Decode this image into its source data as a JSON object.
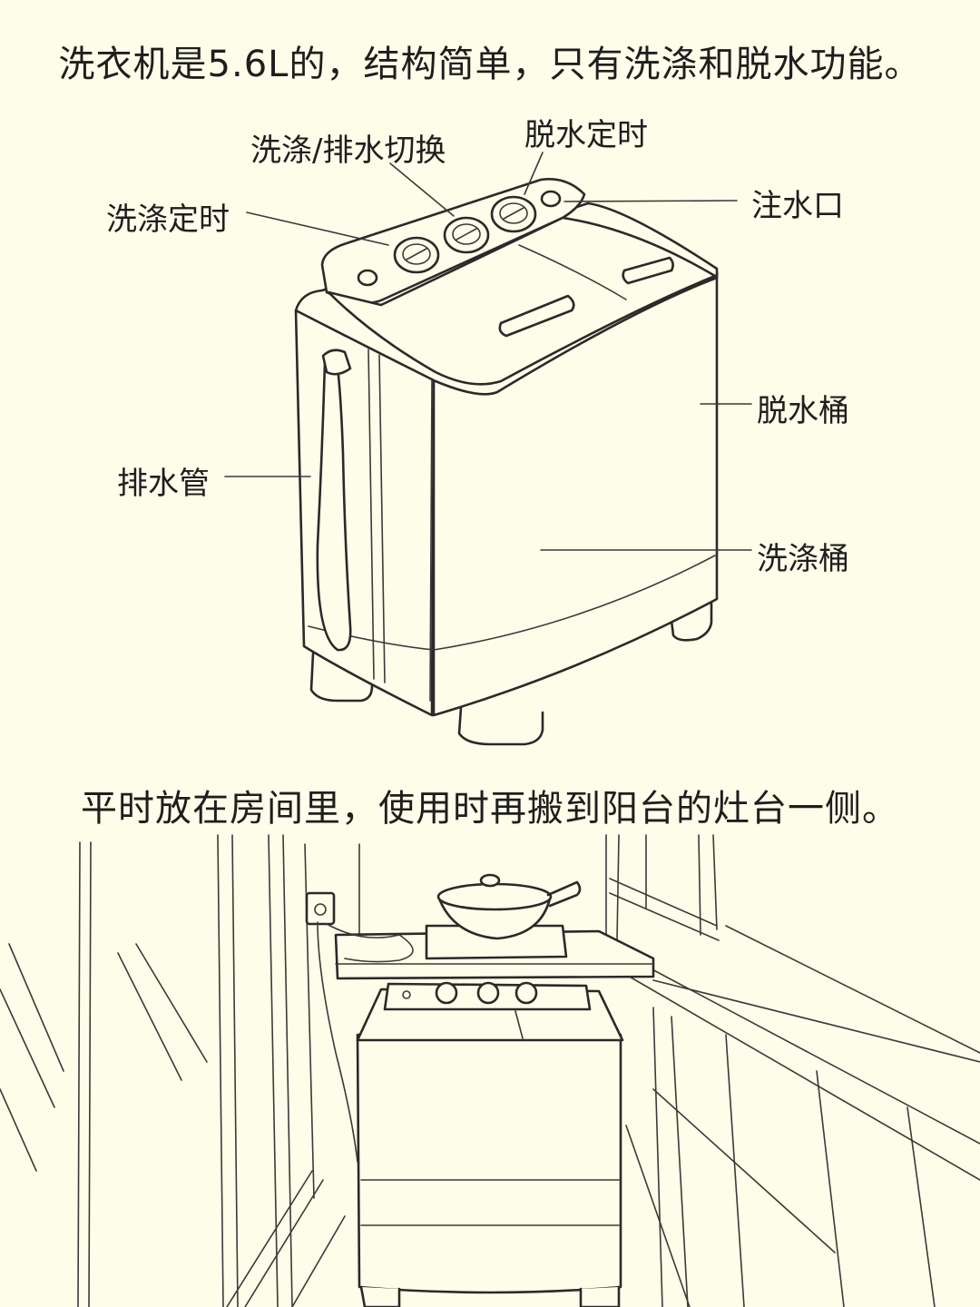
{
  "captions": {
    "top": "洗衣机是5.6L的，结构简单，只有洗涤和脱水功能。",
    "bottom": "平时放在房间里，使用时再搬到阳台的灶台一侧。"
  },
  "labels": {
    "wash_drain_switch": "洗涤/排水切换",
    "spin_timer": "脱水定时",
    "wash_timer": "洗涤定时",
    "water_inlet": "注水口",
    "spin_tub": "脱水桶",
    "drain_hose": "排水管",
    "wash_tub": "洗涤桶"
  },
  "colors": {
    "background": "#fdfde9",
    "ink": "#1e1e1e"
  }
}
